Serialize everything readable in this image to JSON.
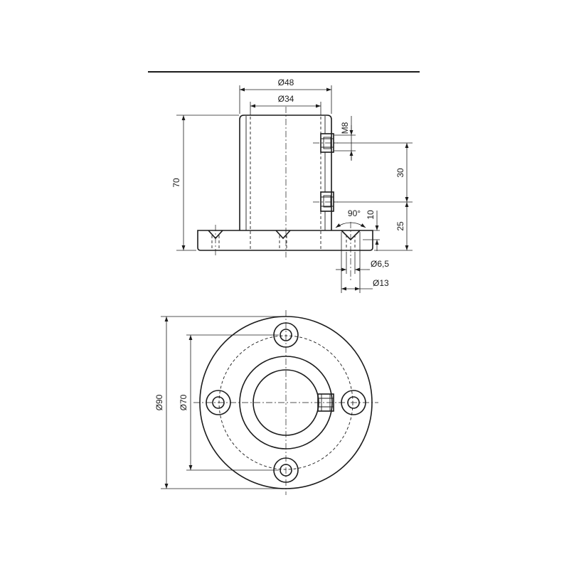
{
  "dimensions": {
    "outer_diameter": "Ø48",
    "inner_diameter": "Ø34",
    "thread": "M8",
    "height_total": "70",
    "screw_spacing": "30",
    "screw_height": "25",
    "countersink_angle": "90°",
    "countersink_depth": "10",
    "hole_diameter": "Ø6,5",
    "countersink_diameter": "Ø13",
    "flange_diameter": "Ø90",
    "bolt_circle_diameter": "Ø70"
  },
  "colors": {
    "line": "#1b1b1b",
    "background": "#ffffff"
  }
}
